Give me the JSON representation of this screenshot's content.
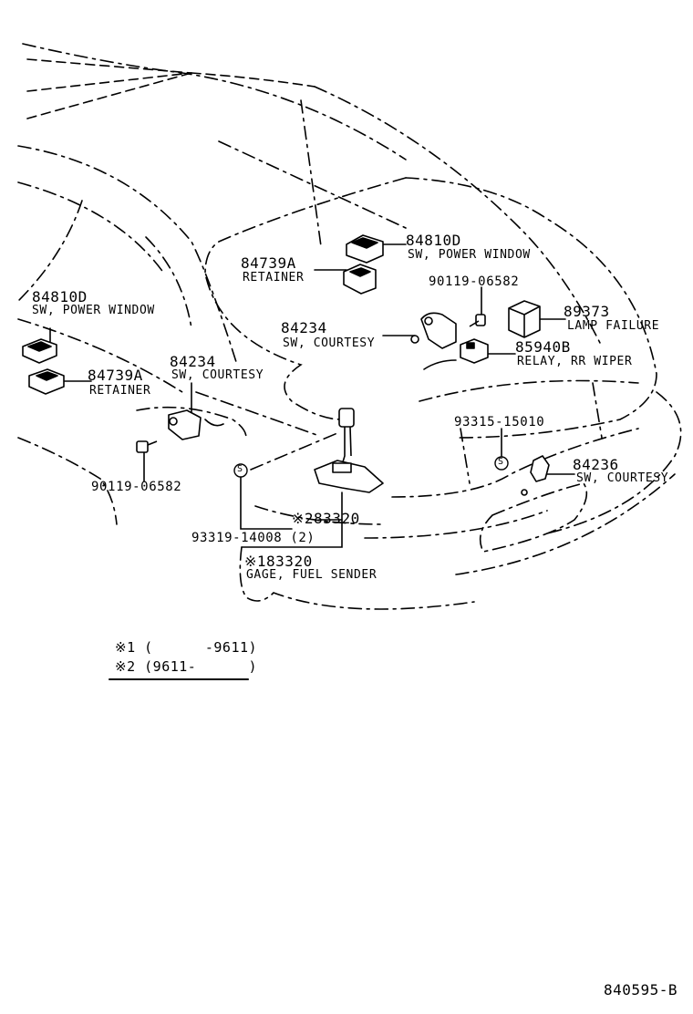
{
  "callouts": {
    "sw_pw_rear_pn": "84810D",
    "sw_pw_rear_name": "SW, POWER WINDOW",
    "retainer_rear_pn": "84739A",
    "retainer_rear_name": "RETAINER",
    "screw_upper_pn": "90119-06582",
    "lamp_failure_pn": "89373",
    "lamp_failure_name": "LAMP FAILURE",
    "courtesy_rear_pn": "84234",
    "courtesy_rear_name": "SW, COURTESY",
    "relay_pn": "85940B",
    "relay_name": "RELAY, RR WIPER",
    "sw_pw_left_pn": "84810D",
    "sw_pw_left_name": "SW, POWER WINDOW",
    "retainer_left_pn": "84739A",
    "retainer_left_name": "RETAINER",
    "courtesy_left_pn": "84234",
    "courtesy_left_name": "SW, COURTESY",
    "screw_left_pn": "90119-06582",
    "plug_right_pn": "93315-15010",
    "courtesy_right_pn": "84236",
    "courtesy_right_name": "SW, COURTESY",
    "gage_alt_pn": "※283320",
    "plug_center_pn": "93319-14008 (2)",
    "gage_pn": "※183320",
    "gage_name": "GAGE, FUEL SENDER"
  },
  "notes": {
    "note1": "※1 (      -9611)",
    "note2": "※2 (9611-      )"
  },
  "figure_id": "840595-B",
  "icons": {
    "plug": "S"
  }
}
